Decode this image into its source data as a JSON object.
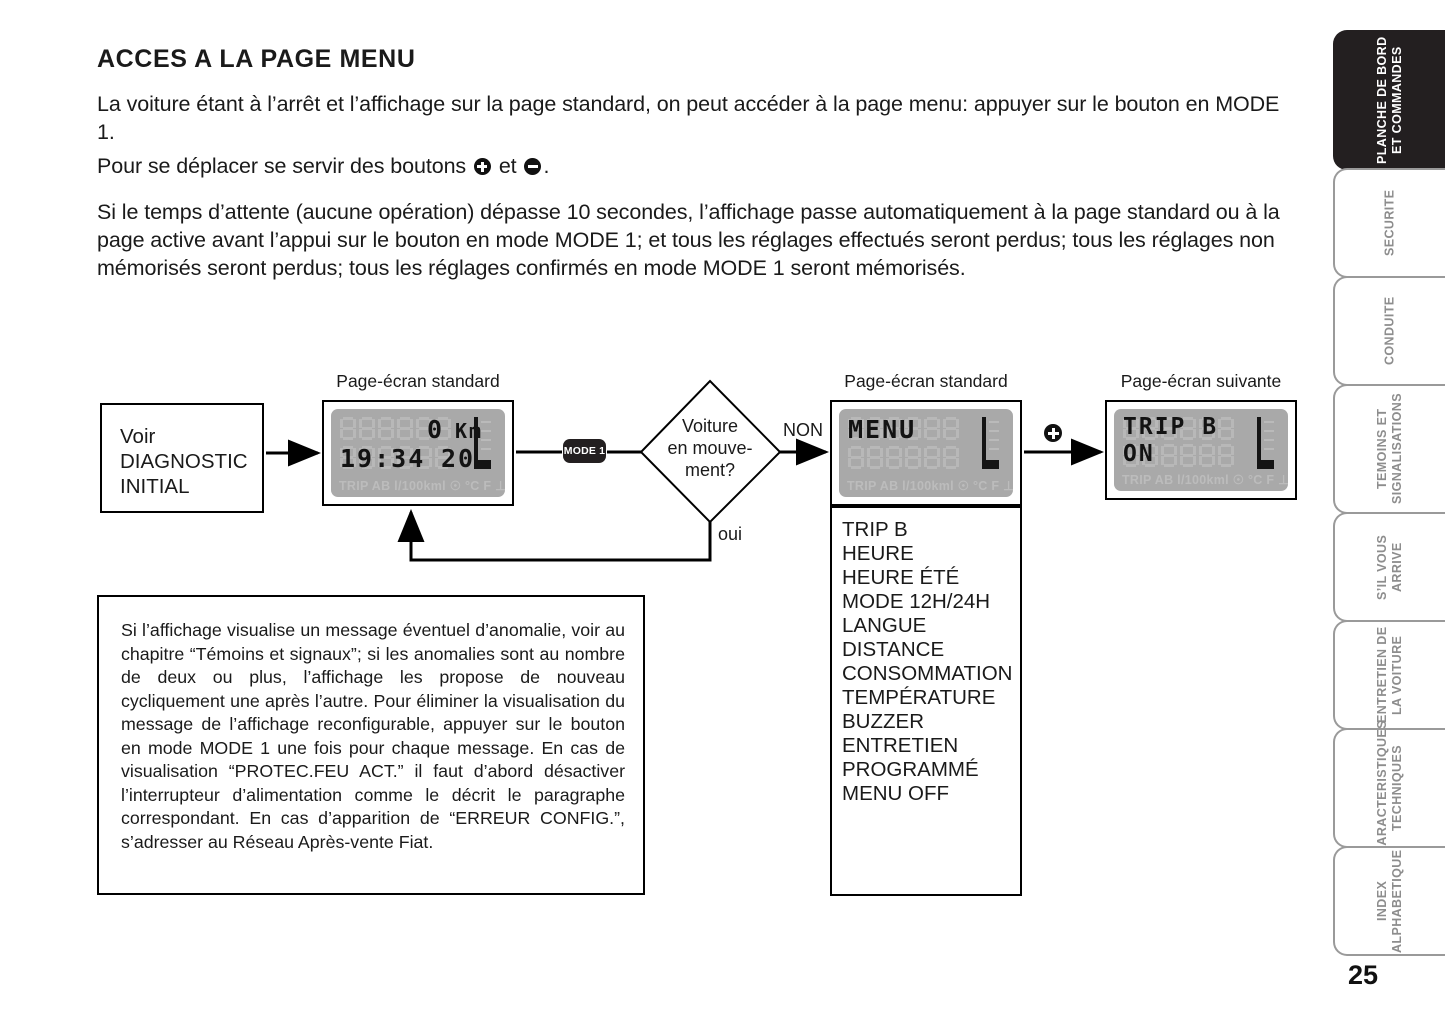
{
  "document": {
    "heading": "ACCES A LA PAGE MENU",
    "page_number": "25",
    "paragraphs": {
      "p1_a": "La voiture étant à l’arrêt et l’affichage sur la page standard, on peut accéder à la page menu: appuyer sur le bouton en MODE 1.",
      "p2_a": "Pour se déplacer se servir des boutons ",
      "p2_b": " et ",
      "p2_c": ".",
      "p3_a": "Si le temps d’attente (aucune opération) dépasse 10 secondes, l’affichage passe automatiquement à la page standard ou à la page active avant l’appui sur le bouton en mode MODE 1; et tous les réglages effectués seront perdus; tous les réglages non mémorisés seront perdus; tous les réglages confirmés en mode MODE 1 seront mémorisés."
    }
  },
  "flowchart": {
    "captions": {
      "lcd1": "Page-écran standard",
      "lcd2": "Page-écran standard",
      "lcd3": "Page-écran suivante"
    },
    "start_box": {
      "line1": "Voir",
      "line2": "DIAGNOSTIC",
      "line3": "INITIAL"
    },
    "mode_button_label": "MODE 1",
    "decision": {
      "line1": "Voiture",
      "line2": "en mouve-",
      "line3": "ment?"
    },
    "branch_no": "NON",
    "branch_yes": "oui",
    "lcd1": {
      "top_value": "0",
      "top_unit": "Km",
      "bottom_left": "19:34",
      "bottom_right": "20",
      "status_strip": "TRIP AB l/100kml  ☉ °C  F  ⊥"
    },
    "lcd2": {
      "line1": "MENU",
      "line2": "",
      "status_strip": "TRIP AB l/100kml  ☉ °C  F  ⊥"
    },
    "lcd3": {
      "line1": "TRIP B",
      "line2": "ON",
      "status_strip": "TRIP AB l/100kml  ☉ °C  F  ⊥"
    },
    "menu_items": [
      "TRIP B",
      "HEURE",
      "HEURE ÉTÉ",
      "MODE 12H/24H",
      "LANGUE",
      "DISTANCE",
      "CONSOMMATION",
      "TEMPÉRATURE",
      "BUZZER",
      "ENTRETIEN",
      "PROGRAMMÉ",
      "MENU OFF"
    ],
    "note_box": "Si l’affichage visualise un message éventuel d’anomalie, voir au chapitre “Témoins et signaux”; si les anomalies sont au nombre de deux ou plus, l’affichage les propose de nouveau cycliquement une après l’autre. Pour éliminer la visualisation du message de l’affichage reconfigurable, appuyer sur le bouton en mode MODE 1 une fois pour chaque message. En cas de visualisation “PROTEC.FEU ACT.” il faut d’abord désactiver l’interrupteur d’alimentation comme le décrit le paragraphe correspondant. En cas d’apparition de “ERREUR CONFIG.”, s’adresser au Réseau Après-vente Fiat."
  },
  "sidebar": {
    "tabs": [
      {
        "label": "PLANCHE DE BORD\nET COMMANDES",
        "active": true
      },
      {
        "label": "SECURITE",
        "active": false
      },
      {
        "label": "CONDUITE",
        "active": false
      },
      {
        "label": "TEMOINS ET\nSIGNALISATIONS",
        "active": false
      },
      {
        "label": "S’IL VOUS\nARRIVE",
        "active": false
      },
      {
        "label": "ENTRETIEN DE\nLA VOITURE",
        "active": false
      },
      {
        "label": "CARACTERISTIQUES\nTECHNIQUES",
        "active": false
      },
      {
        "label": "INDEX\nALPHABETIQUE",
        "active": false
      }
    ]
  },
  "colors": {
    "ink": "#1a1a1a",
    "lcd_background": "#a9a9a9",
    "lcd_ghost": "#b8b8b8",
    "tab_inactive_border": "#9a9a9a",
    "tab_active_background": "#231f20"
  }
}
